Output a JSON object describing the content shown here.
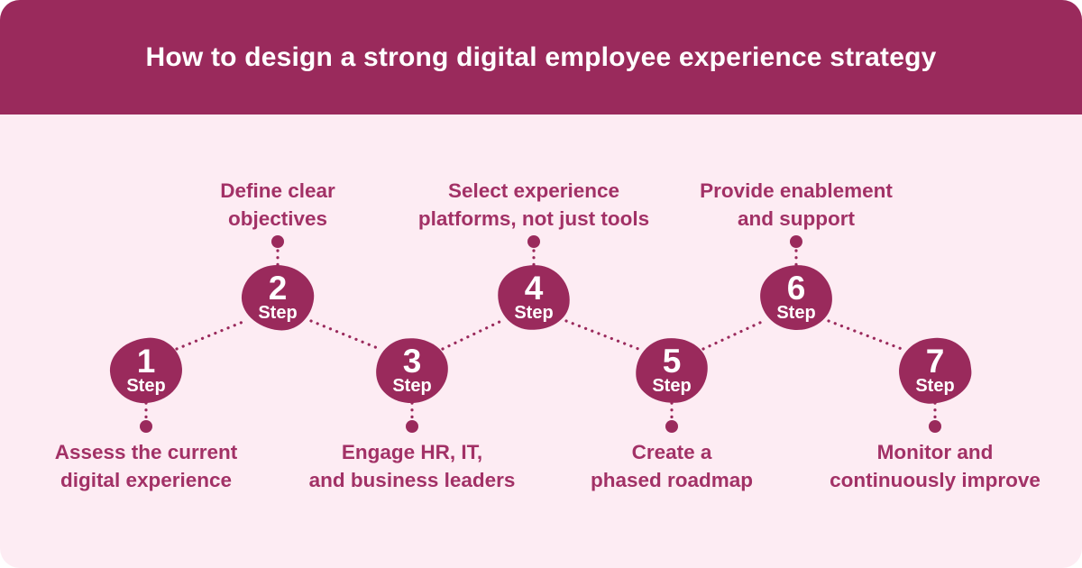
{
  "title": "How to design a strong digital employee experience strategy",
  "steps": [
    {
      "number": "1",
      "label": "Step",
      "position": "bottom",
      "desc_line1": "Assess the current",
      "desc_line2": "digital experience"
    },
    {
      "number": "2",
      "label": "Step",
      "position": "top",
      "desc_line1": "Define clear",
      "desc_line2": "objectives"
    },
    {
      "number": "3",
      "label": "Step",
      "position": "bottom",
      "desc_line1": "Engage HR, IT,",
      "desc_line2": "and business leaders"
    },
    {
      "number": "4",
      "label": "Step",
      "position": "top",
      "desc_line1": "Select experience",
      "desc_line2": "platforms, not just tools"
    },
    {
      "number": "5",
      "label": "Step",
      "position": "bottom",
      "desc_line1": "Create a",
      "desc_line2": "phased roadmap"
    },
    {
      "number": "6",
      "label": "Step",
      "position": "top",
      "desc_line1": "Provide enablement",
      "desc_line2": "and support"
    },
    {
      "number": "7",
      "label": "Step",
      "position": "bottom",
      "desc_line1": "Monitor and",
      "desc_line2": "continuously improve"
    }
  ],
  "colors": {
    "page_bg": "#fdecf3",
    "banner_bg": "#9a2a5c",
    "blob_bg": "#9a2a5c",
    "title_color": "#ffffff",
    "label_color": "#a23166",
    "connector_color": "#9a2a5c"
  }
}
